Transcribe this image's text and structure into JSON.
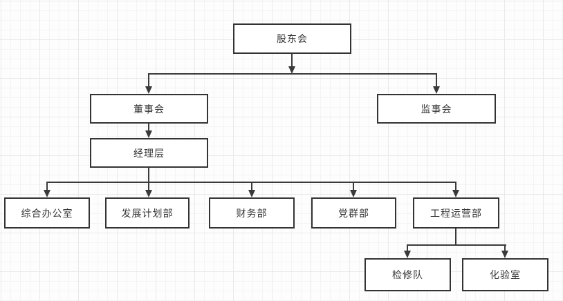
{
  "diagram": {
    "type": "org-chart",
    "nodes": [
      {
        "id": "shareholders-meeting",
        "label": "股东会"
      },
      {
        "id": "board-of-directors",
        "label": "董事会"
      },
      {
        "id": "supervisory-board",
        "label": "监事会"
      },
      {
        "id": "management-level",
        "label": "经理层"
      },
      {
        "id": "general-office",
        "label": "综合办公室"
      },
      {
        "id": "development-planning-dept",
        "label": "发展计划部"
      },
      {
        "id": "finance-dept",
        "label": "财务部"
      },
      {
        "id": "party-mass-dept",
        "label": "党群部"
      },
      {
        "id": "engineering-operations-dept",
        "label": "工程运营部"
      },
      {
        "id": "maintenance-team",
        "label": "检修队"
      },
      {
        "id": "laboratory",
        "label": "化验室"
      }
    ],
    "edges": [
      {
        "from": "股东会",
        "to": "董事会"
      },
      {
        "from": "股东会",
        "to": "监事会"
      },
      {
        "from": "董事会",
        "to": "经理层"
      },
      {
        "from": "经理层",
        "to": "综合办公室"
      },
      {
        "from": "经理层",
        "to": "发展计划部"
      },
      {
        "from": "经理层",
        "to": "财务部"
      },
      {
        "from": "经理层",
        "to": "党群部"
      },
      {
        "from": "经理层",
        "to": "工程运营部"
      },
      {
        "from": "工程运营部",
        "to": "检修队"
      },
      {
        "from": "工程运营部",
        "to": "化验室"
      }
    ],
    "colors": {
      "node_border": "#333333",
      "node_fill": "#ffffff",
      "connector": "#3a3a3a",
      "text": "#353535",
      "canvas_background": "#fdfdfd",
      "grid_minor": "#f4f4f4",
      "grid_major": "#e9e9e9"
    }
  }
}
